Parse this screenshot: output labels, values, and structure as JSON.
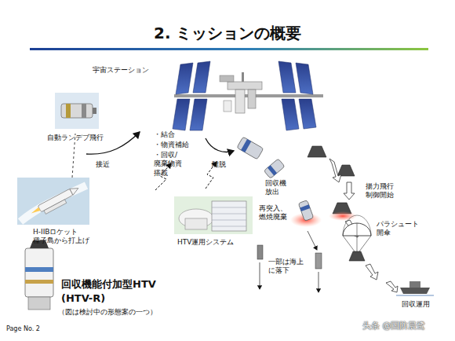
{
  "diagram": {
    "title": "2. ミッションの概要",
    "labels": [
      "宇宙ステーション",
      "自動ランデブ飛行",
      "・結合",
      "・物資補給",
      "・回収/廃棄物資 搭載",
      "接近",
      "離脱",
      "H-IIBロケット 種子島から打上げ",
      "HTV運用システム",
      "回収機 放出",
      "再突入、 燃焼廃棄",
      "揚力飛行 制御開始",
      "パラシュート 開傘",
      "一部は海上 に落下",
      "回収運用",
      "回収機能付加型HTV",
      "(HTV-R)",
      "（図は検討中の形態案の一つ）",
      "Page No. 2",
      "头条 @国防晨鹭"
    ]
  }
}
